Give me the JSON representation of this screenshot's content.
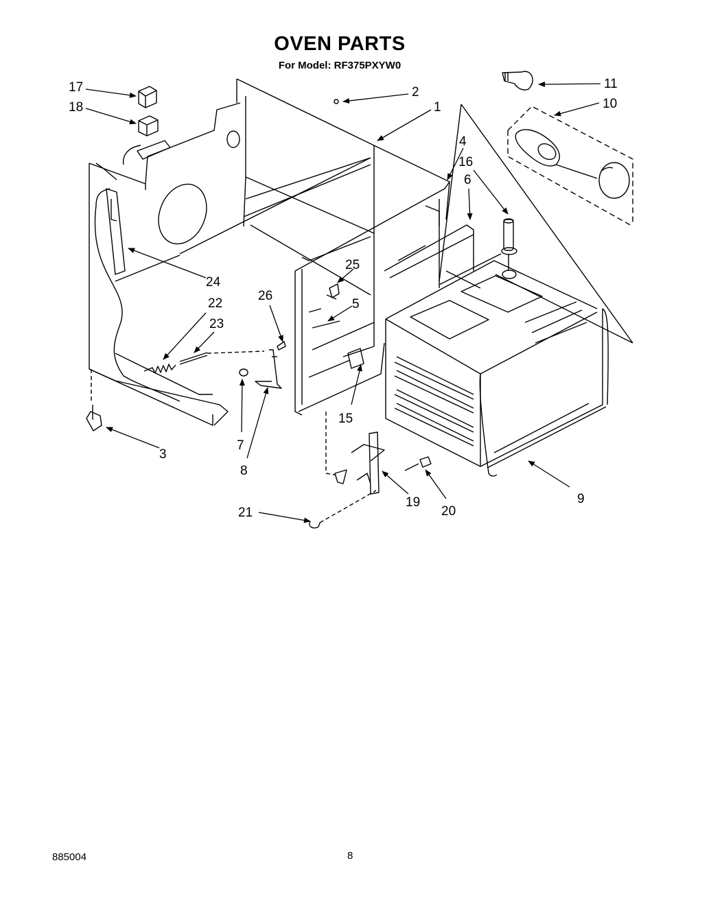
{
  "title": "OVEN PARTS",
  "subtitle": "For Model: RF375PXYW0",
  "footer": {
    "doc_number": "885004",
    "page_number": "8"
  },
  "callouts": {
    "c1": "1",
    "c2": "2",
    "c3": "3",
    "c4": "4",
    "c5": "5",
    "c6": "6",
    "c7": "7",
    "c8": "8",
    "c9": "9",
    "c10": "10",
    "c11": "11",
    "c15": "15",
    "c16": "16",
    "c17": "17",
    "c18": "18",
    "c19": "19",
    "c20": "20",
    "c21": "21",
    "c22": "22",
    "c23": "23",
    "c24": "24",
    "c25": "25",
    "c26": "26"
  }
}
